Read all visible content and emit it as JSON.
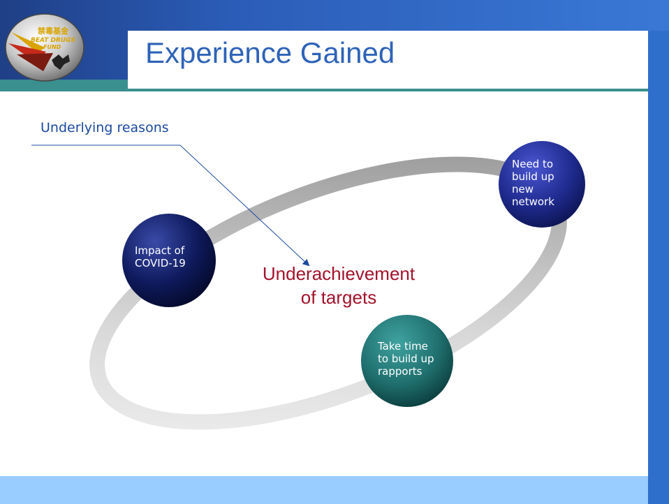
{
  "slide": {
    "title": "Experience Gained",
    "subheading": "Underlying reasons",
    "center_text_line1": "Underachievement",
    "center_text_line2": "of targets"
  },
  "logo": {
    "icon": "beat-drugs-fund-logo-icon",
    "text_line1": "禁毒基金",
    "text_line2": "BEAT DRUGS",
    "text_line3": "FUND"
  },
  "nodes": [
    {
      "id": "covid",
      "lines": [
        "Impact of",
        "COVID-19"
      ],
      "color": "#0e1a5c"
    },
    {
      "id": "network",
      "lines": [
        "Need to",
        "build up",
        "new",
        "network"
      ],
      "color": "#1f2b8e"
    },
    {
      "id": "rapport",
      "lines": [
        "Take time",
        "to build up",
        "rapports"
      ],
      "color": "#1f6f6e"
    }
  ],
  "colors": {
    "title": "#2e63b8",
    "subheading": "#1b4aa0",
    "center_text": "#a3122a",
    "header_band": "#2b5db8",
    "accent_teal": "#3a8f8f",
    "footer_band": "#99ccff",
    "right_bar": "#2f6fcc"
  }
}
